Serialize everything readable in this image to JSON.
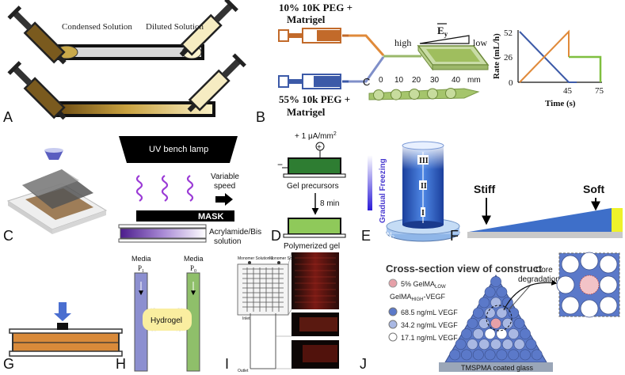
{
  "panels": {
    "A": {
      "letter": "A",
      "label_condensed": "Condensed Solution",
      "label_diluted": "Diluted Solution"
    },
    "B": {
      "letter": "B",
      "sol1_line1": "10% 10K PEG +",
      "sol1_line2": "Matrigel",
      "sol2_line1": "55% 10k PEG +",
      "sol2_line2": "Matrigel",
      "gradient_high": "high",
      "gradient_low": "low",
      "modulus_label": "E",
      "modulus_sub": "y",
      "sub_letter": "C",
      "ruler_ticks": [
        "0",
        "10",
        "20",
        "30",
        "40"
      ],
      "ruler_unit": "mm",
      "chart": {
        "ylabel": "Rate (mL/h)",
        "xlabel": "Time (s)",
        "y_ticks": [
          "52",
          "26",
          "0"
        ],
        "x_ticks": [
          "45",
          "75"
        ]
      }
    },
    "C": {
      "letter": "C",
      "lamp_label": "UV bench lamp",
      "speed_label_1": "Variable",
      "speed_label_2": "speed",
      "mask_label": "MASK",
      "solution_label_1": "Acrylamide/Bis",
      "solution_label_2": "solution"
    },
    "D": {
      "letter": "D",
      "current_label": "+ 1 μA/mm",
      "current_sup": "2",
      "plus_sign": "+",
      "minus_sign": "−",
      "precursor_label": "Gel precursors",
      "time_label": "8 min",
      "polymerized_label": "Polymerized gel"
    },
    "E": {
      "letter": "E",
      "axis_label": "Gradual Freezing",
      "zone_labels": [
        "III",
        "II",
        "I"
      ],
      "ln2_label": "LN",
      "ln2_sub": "2"
    },
    "F": {
      "letter": "F",
      "stiff_label": "Stiff",
      "soft_label": "Soft"
    },
    "G": {
      "letter": "G"
    },
    "H": {
      "letter": "H",
      "media_left": "Media",
      "pressure_left": "P",
      "pressure_left_sub": "1",
      "media_right": "Media",
      "pressure_right": "P",
      "pressure_right_sub": "0",
      "hydrogel_label": "Hydrogel"
    },
    "I": {
      "letter": "I",
      "monomer1": "Monomer Solution 1",
      "monomer2": "Monomer Solution 2",
      "inlet_label": "Inlet",
      "outlet_label": "Outlet"
    },
    "J": {
      "letter": "J",
      "title": "Cross-section view of construct",
      "legend_low": "5% GelMA",
      "legend_low_sub": "LOW",
      "legend_high": "GelMA",
      "legend_high_sub": "HIGH",
      "legend_high_suffix": "-VEGF",
      "legend_items": [
        "68.5 ng/mL VEGF",
        "34.2 ng/mL VEGF",
        "17.1 ng/mL VEGF"
      ],
      "core_label_1": "Core",
      "core_label_2": "degradation",
      "base_label": "TMSPMA coated glass"
    }
  },
  "colors": {
    "syringe_brown": "#7a5a1e",
    "syringe_orange": "#e08a3a",
    "syringe_blue": "#3c5aa8",
    "gel_green": "#8fb552",
    "gradient_blue": "#3e6fc9",
    "soft_yellow": "#eef22a",
    "hydrogel_yellow": "#faeea0",
    "channel_blue": "#8c8fd0",
    "channel_green": "#8fbf6a",
    "pink": "#e6a0a8"
  }
}
